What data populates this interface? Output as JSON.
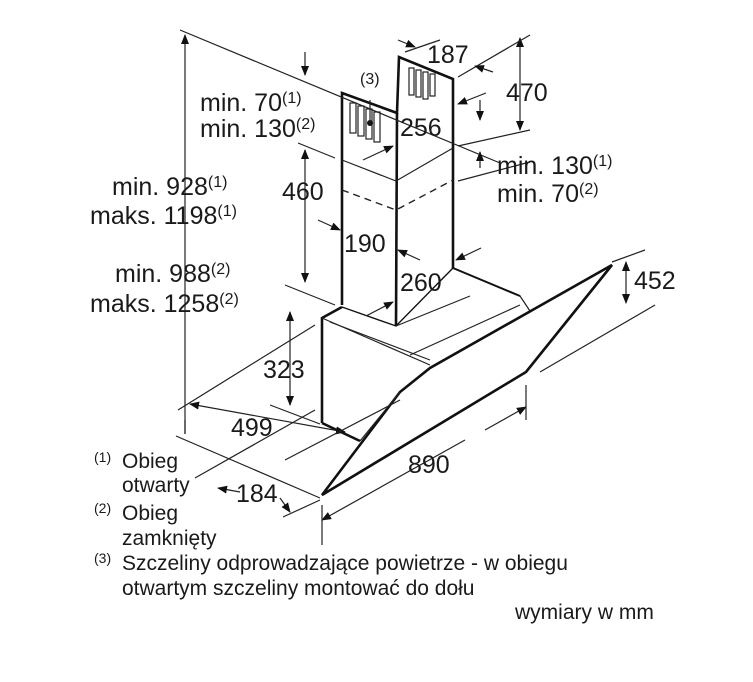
{
  "dimensions": {
    "chimney_depth": "187",
    "upper_height": "470",
    "slot_height": "256",
    "chimney_lower_height": "460",
    "chimney_width": "190",
    "chimney_width_outer": "260",
    "glass_height": "452",
    "body_height": "323",
    "depth": "499",
    "width": "890",
    "bottom_depth": "184"
  },
  "labels": {
    "vent_ref": "(3)",
    "top_gap_1": "min. 70",
    "top_gap_1_sup": "(1)",
    "top_gap_2": "min. 130",
    "top_gap_2_sup": "(2)",
    "right_gap_1": "min. 130",
    "right_gap_1_sup": "(1)",
    "right_gap_2": "min. 70",
    "right_gap_2_sup": "(2)",
    "total_open_min": "min. 928",
    "total_open_min_sup": "(1)",
    "total_open_max": "maks. 1198",
    "total_open_max_sup": "(1)",
    "total_closed_min": "min. 988",
    "total_closed_min_sup": "(2)",
    "total_closed_max": "maks. 1258",
    "total_closed_max_sup": "(2)"
  },
  "legend": {
    "n1": "(1)",
    "l1a": "Obieg",
    "l1b": "otwarty",
    "n2": "(2)",
    "l2a": "Obieg",
    "l2b": "zamknięty",
    "n3": "(3)",
    "l3a": "Szczeliny odprowadzające powietrze - w obiegu",
    "l3b": "otwartym szczeliny montować do dołu",
    "units": "wymiary w mm"
  }
}
